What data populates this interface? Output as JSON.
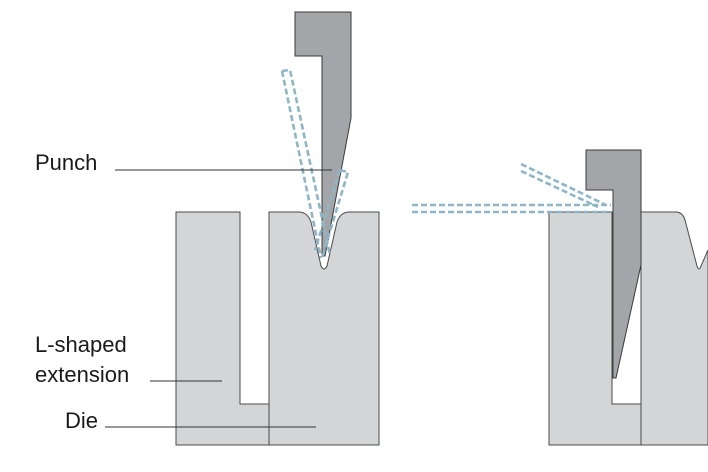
{
  "labels": {
    "punch": "Punch",
    "l_shaped_line1": "L-shaped",
    "l_shaped_line2": "extension",
    "die": "Die"
  },
  "colors": {
    "die_fill": "#d4d5d7",
    "die_stroke": "#4a4a4a",
    "punch_fill": "#a4a5a9",
    "punch_stroke": "#3a3a3a",
    "workpiece_dash": "#8fb6c6",
    "leader_line": "#333333"
  }
}
